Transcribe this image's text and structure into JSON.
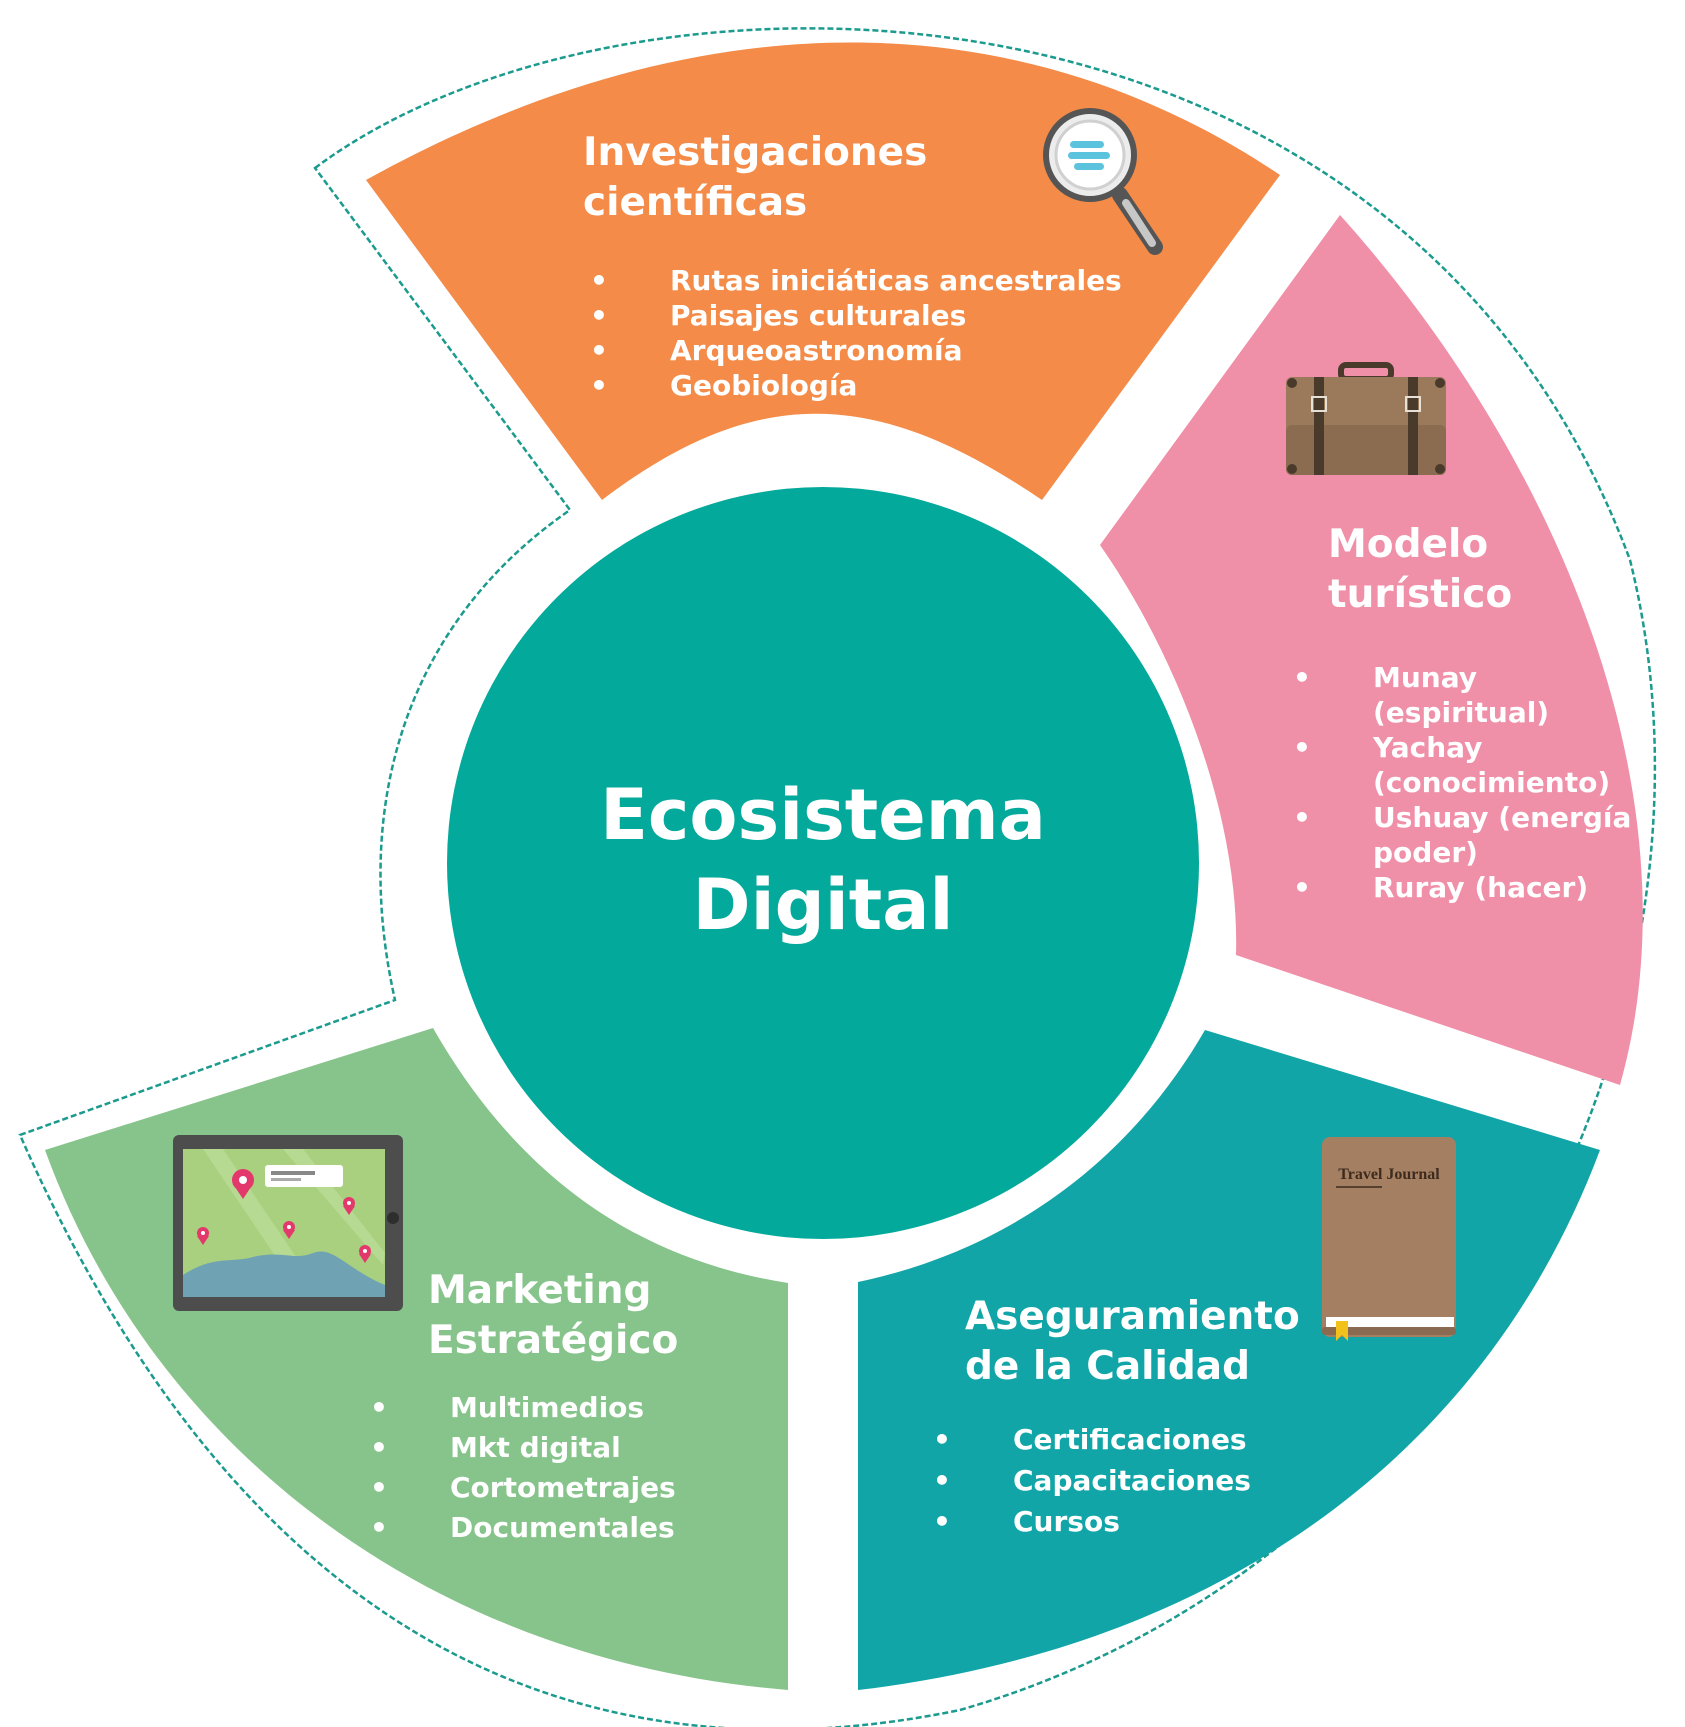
{
  "center": {
    "line1": "Ecosistema",
    "line2": "Digital",
    "color": "#03a99a"
  },
  "segments": {
    "investigaciones": {
      "title_line1": "Investigaciones",
      "title_line2": "científicas",
      "items": [
        "Rutas iniciáticas ancestrales",
        "Paisajes culturales",
        "Arqueoastronomía",
        "Geobiología"
      ],
      "color": "#f48b48",
      "icon": "magnifier-icon"
    },
    "modelo": {
      "title_line1": "Modelo",
      "title_line2": "turístico",
      "items": [
        "Munay\n(espiritual)",
        "Yachay\n(conocimiento)",
        "Ushuay (energía\npoder)",
        "Ruray (hacer)"
      ],
      "color": "#ef8fa8",
      "icon": "suitcase-icon"
    },
    "aseguramiento": {
      "title_line1": "Aseguramiento",
      "title_line2": "de la Calidad",
      "items": [
        "Certificaciones",
        "Capacitaciones",
        "Cursos"
      ],
      "color": "#12a5a8",
      "icon": "travel-journal-icon",
      "book_label": "Travel Journal"
    },
    "marketing": {
      "title_line1": "Marketing",
      "title_line2": "Estratégico",
      "items": [
        "Multimedios",
        "Mkt digital",
        "Cortometrajes",
        "Documentales"
      ],
      "color": "#86c48b",
      "icon": "tablet-map-icon"
    }
  },
  "outline_color": "#1b9a8e"
}
